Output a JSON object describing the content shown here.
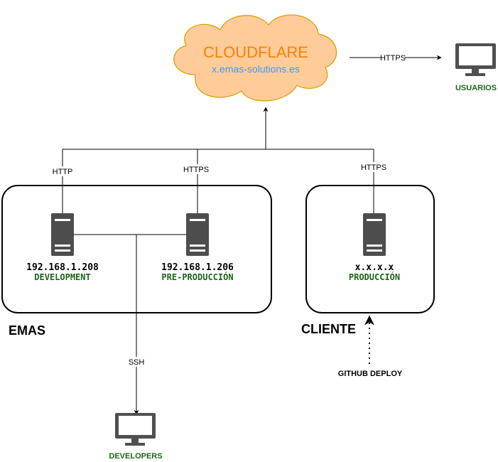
{
  "cloud": {
    "title": "CLOUDFLARE",
    "domain": "x.emas-solutions.es",
    "fill_color": "#FFCC99",
    "title_color": "#FF8000",
    "domain_color": "#3399FF"
  },
  "groups": {
    "emas_label": "EMAS",
    "cliente_label": "CLIENTE"
  },
  "servers": {
    "dev": {
      "ip": "192.168.1.208",
      "role": "DEVELOPMENT"
    },
    "pre": {
      "ip": "192.168.1.206",
      "role": "PRE-PRODUCCIÓN"
    },
    "prod": {
      "ip": "x.x.x.x",
      "role": "PRODUCCIÓN"
    }
  },
  "edges": {
    "http": "HTTP",
    "https_pre": "HTTPS",
    "https_prod": "HTTPS",
    "https_users": "HTTPS",
    "ssh": "SSH",
    "github": "GITHUB DEPLOY"
  },
  "clients": {
    "users": "USUARIOS",
    "developers": "DEVELOPERS"
  },
  "colors": {
    "role_green": "#1A661A",
    "server_gray": "#4D4D4D",
    "monitor_gray": "#505050",
    "line": "#000000"
  }
}
